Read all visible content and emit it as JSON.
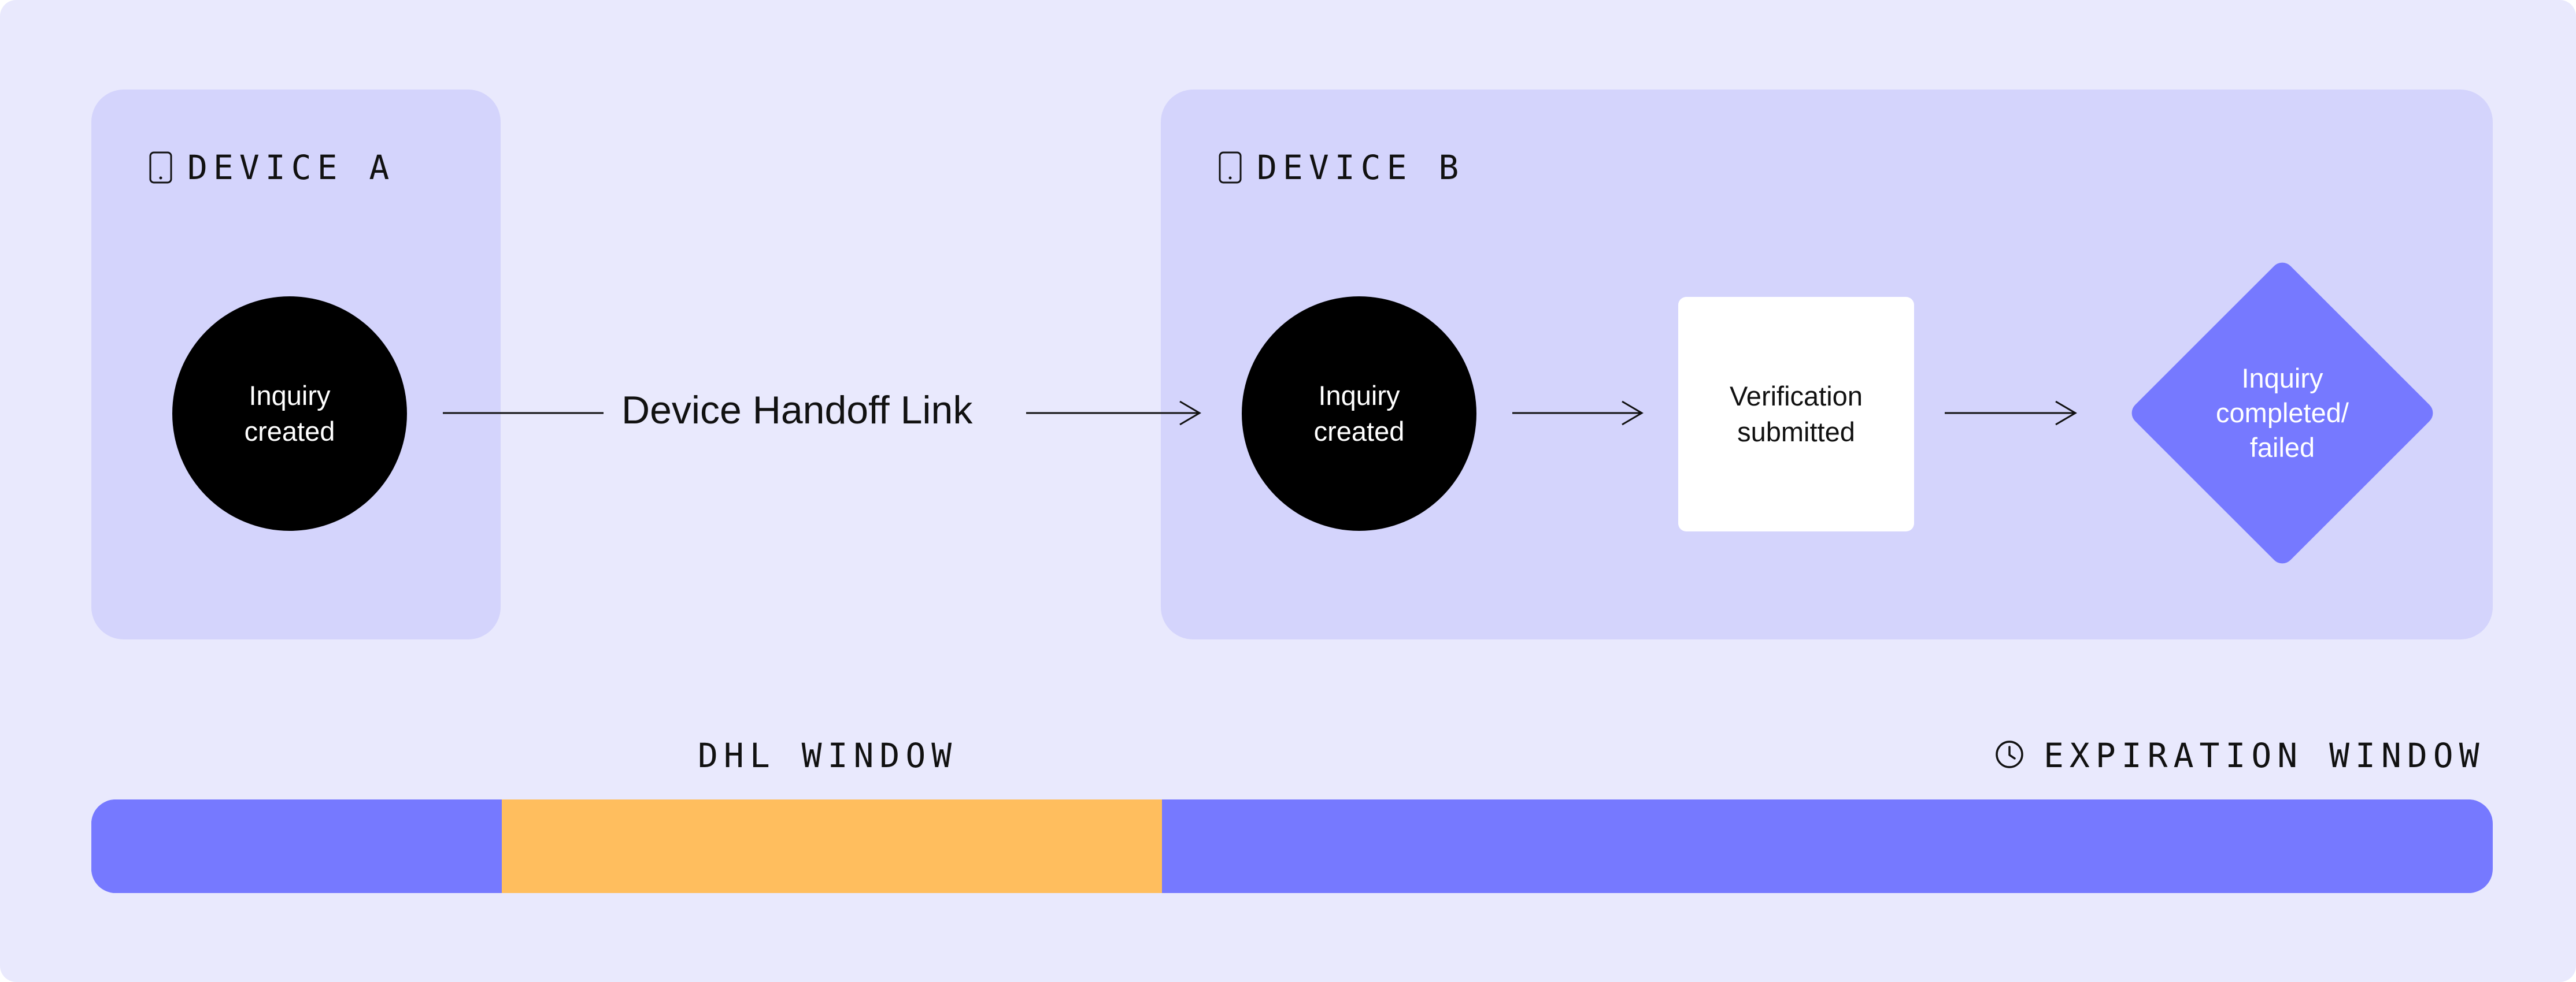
{
  "device_a": {
    "title": "DEVICE A",
    "icon": "phone-icon",
    "node": "Inquiry created"
  },
  "handoff": {
    "label": "Device Handoff Link"
  },
  "device_b": {
    "title": "DEVICE B",
    "icon": "phone-icon",
    "nodes": [
      "Inquiry created",
      "Verification submitted",
      "Inquiry completed/ failed"
    ]
  },
  "timeline": {
    "dhl_window_label": "DHL WINDOW",
    "expiration_window_label": "EXPIRATION WINDOW",
    "expiration_icon": "clock-icon",
    "segments": [
      {
        "name": "before-dhl",
        "color": "#7679FF",
        "fraction": 0.171
      },
      {
        "name": "dhl-window",
        "color": "#FFBE5E",
        "fraction": 0.275
      },
      {
        "name": "after-dhl",
        "color": "#7679FF",
        "fraction": 0.554
      }
    ]
  },
  "colors": {
    "background": "#E9E9FD",
    "panel": "#D4D4FC",
    "accent": "#7679FF",
    "dhl": "#FFBE5E",
    "node_dark": "#000000",
    "node_light": "#FFFFFF"
  }
}
